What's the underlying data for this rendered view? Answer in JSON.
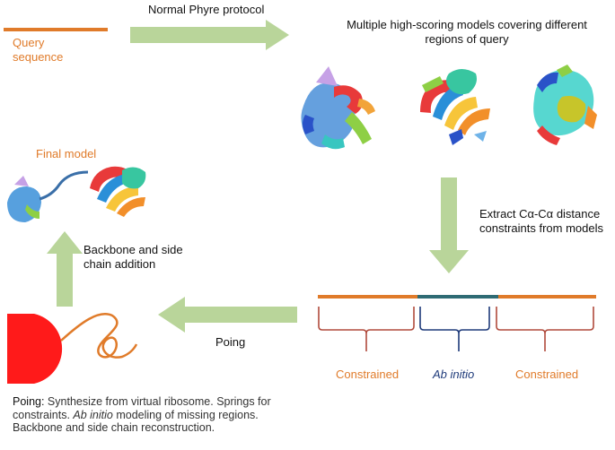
{
  "labels": {
    "query": "Query\nsequence",
    "normal_protocol": "Normal Phyre protocol",
    "multiple_models": "Multiple high-scoring models covering different regions of query",
    "final_model": "Final model",
    "extract_constraints": "Extract Cα-Cα distance constraints from models",
    "backbone": "Backbone and side chain addition",
    "poing": "Poing",
    "constrained_left": "Constrained",
    "ab_initio": "Ab initio",
    "constrained_right": "Constrained"
  },
  "caption": {
    "term": "Poing:",
    "part1": " Synthesize from virtual ribosome. Springs for constraints. ",
    "ab_initio": "Ab initio",
    "part2": " modeling of missing regions. Backbone and side chain reconstruction."
  },
  "colors": {
    "query_line": "#e07b2a",
    "arrow_fill": "#b9d59a",
    "constrained": "#b04a3c",
    "ab_initio": "#1e3a7a",
    "ab_initio_bar": "#2e6b74",
    "ribosome": "#ff1a1a",
    "chain": "#e07b2a"
  },
  "icons": [
    "protein-structure-icon",
    "ribosome-icon"
  ]
}
